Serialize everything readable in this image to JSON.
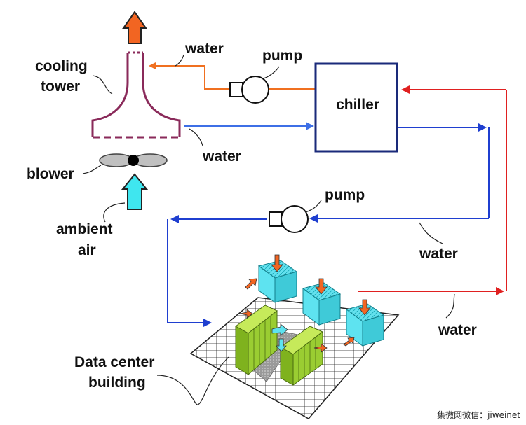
{
  "labels": {
    "cooling_tower_line1": "cooling",
    "cooling_tower_line2": "tower",
    "blower": "blower",
    "ambient_air_line1": "ambient",
    "ambient_air_line2": "air",
    "water_top": "water",
    "water_tower_to_chiller": "water",
    "water_chiller_loop": "water",
    "water_return": "water",
    "pump_top": "pump",
    "pump_middle": "pump",
    "chiller": "chiller",
    "data_center_line1": "Data center",
    "data_center_line2": "building"
  },
  "watermark": "集微网微信：jiweinet",
  "colors": {
    "hot_water": "#f07020",
    "cool_water": "#3060e0",
    "chilled_water": "#1f3fd0",
    "return_water": "#e02020",
    "tower_outline": "#8a2a5a",
    "chiller_box": "#1a2a7a",
    "exhaust_arrow": "#f26522",
    "intake_arrow": "#3fe6ef",
    "server_racks": "#9acd32",
    "crac_units": "#5ee3f0"
  },
  "icons": [
    "exhaust-arrow-icon",
    "intake-arrow-icon",
    "blower-fan-icon",
    "pump-icon"
  ]
}
